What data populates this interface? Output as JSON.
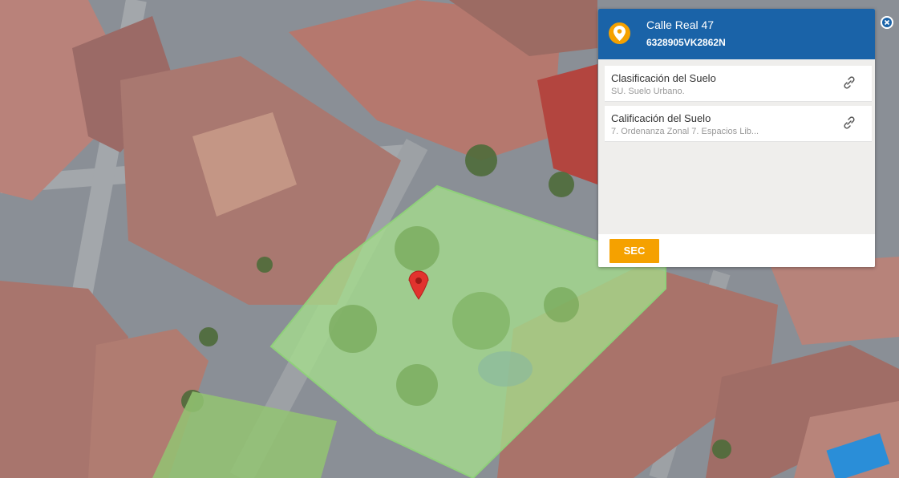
{
  "map": {
    "type": "satellite-view",
    "parcel_highlight_color": "#a6e08c",
    "marker_color": "#e2332e",
    "marker_icon": "map-pin-icon"
  },
  "info_panel": {
    "header_color": "#1a63a8",
    "accent_color": "#f5a100",
    "header_icon": "location-pin-icon",
    "title": "Calle Real 47",
    "cadastral_ref": "6328905VK2862N",
    "close_icon": "close-icon",
    "rows": [
      {
        "title": "Clasificación del Suelo",
        "subtitle": "SU. Suelo Urbano.",
        "link_icon": "link-icon",
        "arrow_icon": "chevron-right-icon"
      },
      {
        "title": "Calificación del Suelo",
        "subtitle": "7. Ordenanza Zonal 7. Espacios Lib...",
        "link_icon": "link-icon",
        "arrow_icon": "chevron-right-icon"
      }
    ],
    "footer_button": "SEC"
  }
}
